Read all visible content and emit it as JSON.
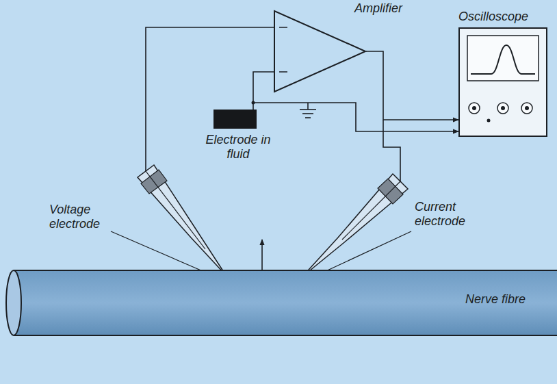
{
  "diagram": {
    "nodes": [
      {
        "text": [
          "Amplifier"
        ]
      },
      {
        "text": [
          "Oscilloscope"
        ]
      },
      {
        "text": [
          "Electrode in fluid"
        ]
      },
      {
        "text": [
          "Nerve fibre"
        ]
      }
    ],
    "edges": [
      {
        "from": 2,
        "to": 0,
        "arrow": "none"
      },
      {
        "from": 0,
        "to": 1,
        "arrow": "to"
      }
    ],
    "labels": [
      "Voltage electrode",
      "Current electrode"
    ]
  }
}
